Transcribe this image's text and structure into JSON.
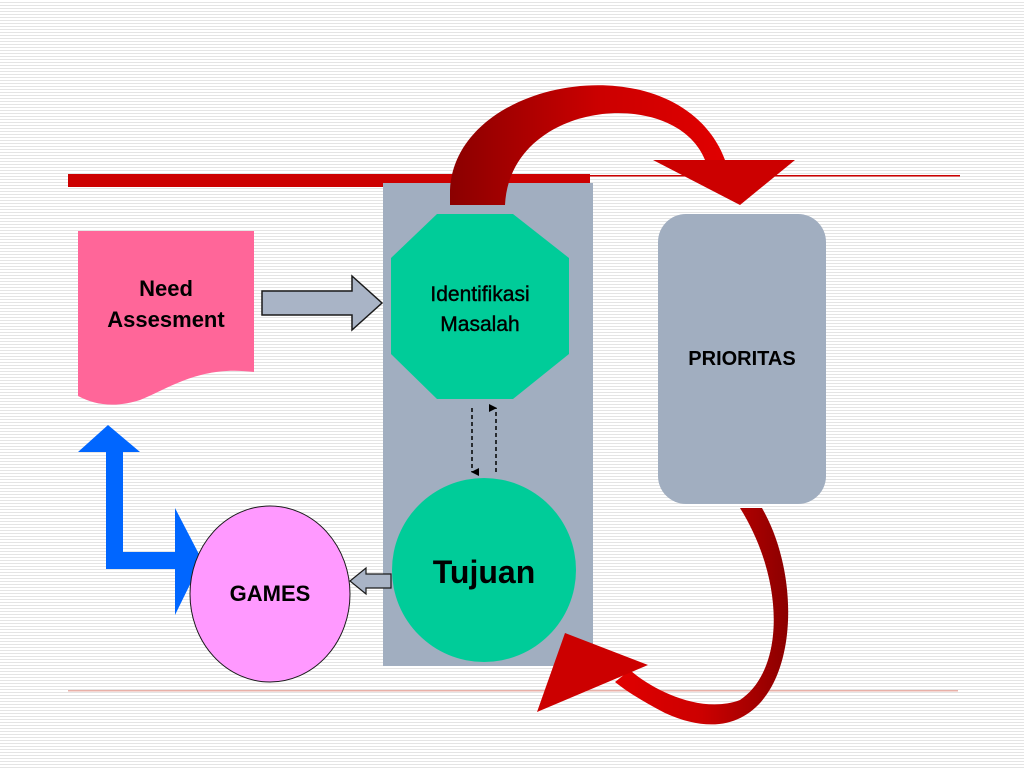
{
  "slide": {
    "need_assessment": {
      "line1": "Need",
      "line2": "Assesment"
    },
    "identifikasi": {
      "line1": "Identifikasi",
      "line2": "Masalah"
    },
    "prioritas": "PRIORITAS",
    "tujuan": "Tujuan",
    "games": "GAMES"
  },
  "colors": {
    "title_rule": "#cc0000",
    "footer_rule": "#e8b0a8",
    "need_box": "#ff6699",
    "panel": "#a1aec0",
    "identifikasi_octagon": "#00cc99",
    "prioritas_box": "#a1aec0",
    "tujuan_circle": "#00cc99",
    "games_circle": "#ff99ff",
    "red_arrow": "#cc0000",
    "red_arrow_dark": "#8b0000",
    "blue_arrow": "#0066ff",
    "block_arrow": "#a9b4c6"
  }
}
